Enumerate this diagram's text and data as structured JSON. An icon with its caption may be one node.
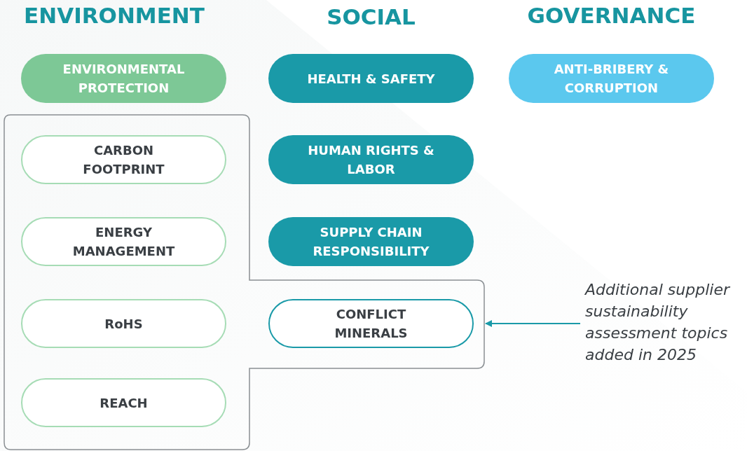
{
  "diagram": {
    "nodes": [
      {
        "text": [
          "ENVIRONMENTAL PROTECTION"
        ]
      },
      {
        "text": [
          "HEALTH & SAFETY"
        ]
      },
      {
        "text": [
          "ANTI-BRIBERY & CORRUPTION"
        ]
      },
      {
        "text": [],
        "shape": "box"
      },
      {
        "text": [
          "CARBON FOOTPRINT"
        ],
        "in": 3
      },
      {
        "text": [
          "HUMAN RIGHTS & LABOR"
        ]
      },
      {
        "text": [
          "ENERGY MANAGEMENT"
        ],
        "in": 3
      },
      {
        "text": [
          "SUPPLY CHAIN RESPONSIBILITY"
        ]
      },
      {
        "text": [
          "RoHS"
        ],
        "in": 3
      },
      {
        "text": [
          "CONFLICT MINERALS"
        ],
        "in": 3
      },
      {
        "text": [
          "Additional supplier sustainability assessment topics added in 2025"
        ]
      },
      {
        "text": [
          "REACH"
        ],
        "in": 3
      }
    ],
    "edges": [
      {
        "from": 10,
        "to": 3,
        "arrow": "to"
      }
    ],
    "labels": [
      "ENVIRONMENT",
      "SOCIAL",
      "GOVERNANCE"
    ]
  }
}
